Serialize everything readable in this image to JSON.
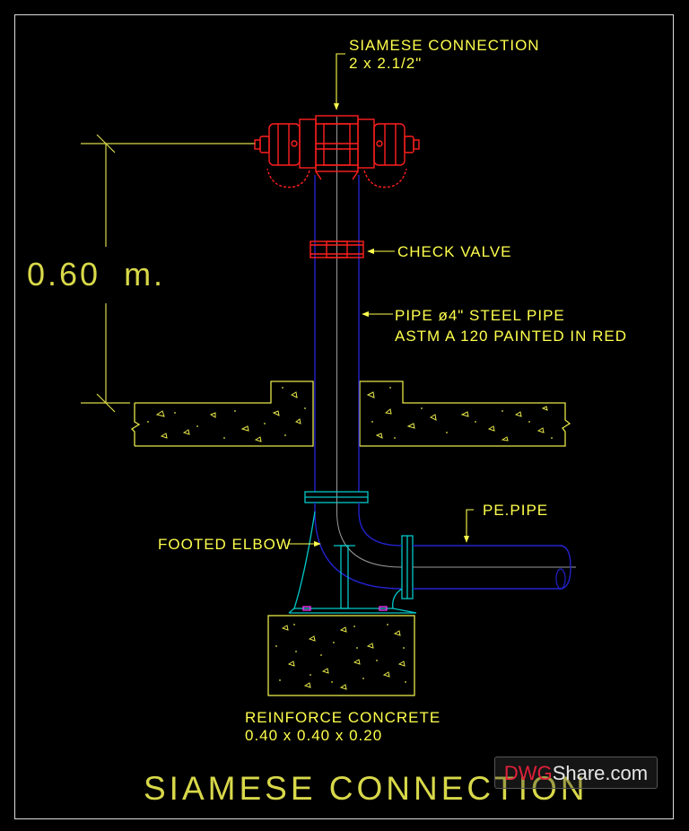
{
  "labels": {
    "siamese_connection_line1": "SIAMESE CONNECTION",
    "siamese_connection_line2": "2 x 2.1/2\"",
    "check_valve": "CHECK VALVE",
    "pipe_line1": "PIPE ø4\" STEEL PIPE",
    "pipe_line2": "ASTM A 120 PAINTED IN RED",
    "pe_pipe": "PE.PIPE",
    "footed_elbow": "FOOTED ELBOW",
    "concrete_line1": "REINFORCE CONCRETE",
    "concrete_line2": "0.40 x 0.40 x 0.20"
  },
  "dimension": "0.60  m.",
  "title": "SIAMESE CONNECTION",
  "watermark": {
    "part1": "DWG",
    "part2": "Share.com"
  },
  "colors": {
    "background": "#000000",
    "text": "#ffff4d",
    "siamese": "#ff1f1f",
    "pipe_outline": "#2222cc",
    "pipe_center": "#9a9a9a",
    "elbow_support": "#00c8c8",
    "concrete_outline": "#e6e64a"
  }
}
